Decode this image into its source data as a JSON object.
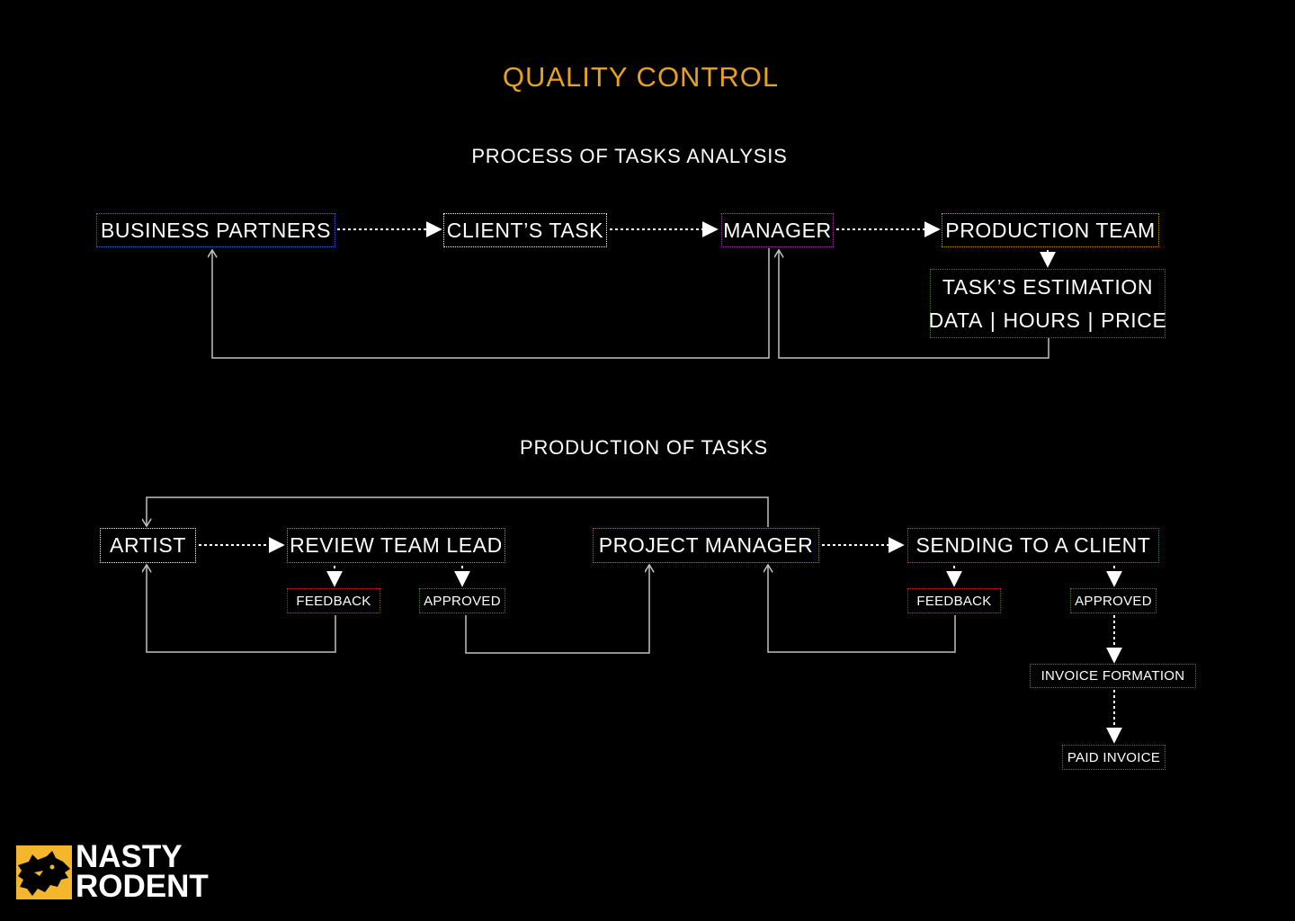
{
  "title": "QUALITY CONTROL",
  "colors": {
    "title": "#e6a11d",
    "text": "#ffffff",
    "connector": "#bfbfbf",
    "blue": "#3a6fcf",
    "purple": "#a13aa8",
    "orange": "#c99020",
    "green": "#2f8f3a",
    "red": "#c62828",
    "magenta": "#c23ac6",
    "teal": "#2a8f97",
    "logo_yellow": "#f3b62d"
  },
  "analysis": {
    "heading": "PROCESS OF TASKS ANALYSIS",
    "business_partners": "BUSINESS PARTNERS",
    "clients_task": "CLIENT’S TASK",
    "manager": "MANAGER",
    "production_team": "PRODUCTION TEAM",
    "estimation": {
      "title": "TASK’S ESTIMATION",
      "items": [
        "DATA",
        "HOURS",
        "PRICE"
      ],
      "separator": "|"
    }
  },
  "production": {
    "heading": "PRODUCTION OF TASKS",
    "artist": "ARTIST",
    "review_team_lead": "REVIEW TEAM LEAD",
    "feedback_1": "FEEDBACK",
    "approved_1": "APPROVED",
    "project_manager": "PROJECT MANAGER",
    "sending_to_client": "SENDING TO A CLIENT",
    "feedback_2": "FEEDBACK",
    "approved_2": "APPROVED",
    "invoice_formation": "INVOICE FORMATION",
    "paid_invoice": "PAID INVOICE"
  },
  "logo": {
    "line1": "NASTY",
    "line2": "RODENT",
    "icon": "rat-head-icon"
  }
}
